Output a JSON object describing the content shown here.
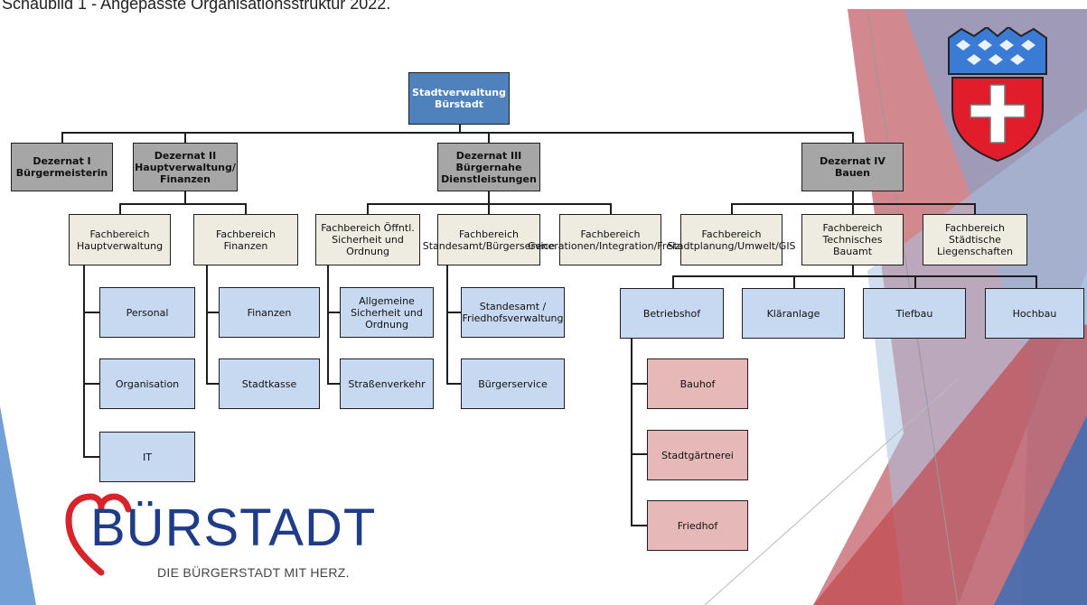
{
  "caption": "Schaubild 1 - Angepasste Organisationsstruktur 2022.",
  "root": "Stadtverwaltung Bürstadt",
  "dezernate": {
    "d1": "Dezernat I Bürgermeisterin",
    "d2": "Dezernat II Hauptverwaltung/ Finanzen",
    "d3": "Dezernat III Bürgernahe Dienstleistungen",
    "d4": "Dezernat IV Bauen"
  },
  "fachbereiche": {
    "hauptverwaltung": "Fachbereich Hauptverwaltung",
    "finanzen": "Fachbereich Finanzen",
    "sicherheit": "Fachbereich Öffntl. Sicherheit und Ordnung",
    "standesamt": "Fachbereich Standesamt/Bürgerservice",
    "generationen": "Fachbereich Generationen/Integration/Freizeit",
    "stadtplanung": "Fachbereich Stadtplanung/Umwelt/GIS",
    "bauamt": "Fachbereich Technisches Bauamt",
    "liegenschaften": "Fachbereich Städtische Liegenschaften"
  },
  "units": {
    "personal": "Personal",
    "organisation": "Organisation",
    "it": "IT",
    "finanzen": "Finanzen",
    "stadtkasse": "Stadtkasse",
    "allg_sicherheit": "Allgemeine Sicherheit und Ordnung",
    "strassenverkehr": "Straßenverkehr",
    "standesamt_friedhof": "Standesamt / Friedhofsverwaltung",
    "buergerservice": "Bürgerservice",
    "betriebshof": "Betriebshof",
    "klaeranlage": "Kläranlage",
    "tiefbau": "Tiefbau",
    "hochbau": "Hochbau",
    "bauhof": "Bauhof",
    "stadtgaertnerei": "Stadtgärtnerei",
    "friedhof": "Friedhof"
  },
  "logo": {
    "wordmark": "BÜRSTADT",
    "slogan": "DIE BÜRGERSTADT MIT HERZ."
  },
  "colors": {
    "root": "#4f81bd",
    "dezernat": "#a6a6a6",
    "fachbereich": "#eeece1",
    "unit": "#c6d9f1",
    "betriebshof_unit": "#e6b9b8"
  }
}
